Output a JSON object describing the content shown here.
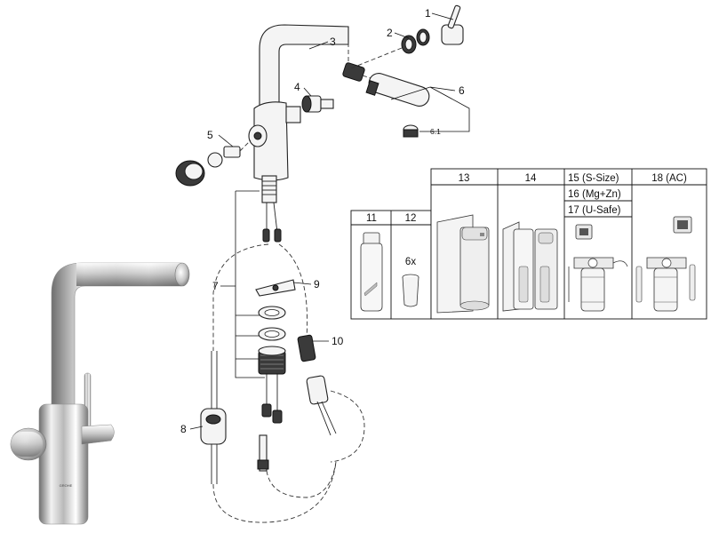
{
  "callouts": {
    "c1": "1",
    "c2": "2",
    "c3": "3",
    "c4": "4",
    "c5": "5",
    "c6": "6",
    "c6_1": "6.1",
    "c7": "7",
    "c8": "8",
    "c9": "9",
    "c10": "10"
  },
  "accessory_table": {
    "columns": [
      {
        "id": "11",
        "label": "11"
      },
      {
        "id": "12",
        "label": "12",
        "note": "6x"
      },
      {
        "id": "13",
        "label": "13"
      },
      {
        "id": "14",
        "label": "14"
      },
      {
        "id": "15",
        "label": "15 (S-Size)",
        "sub": [
          "16 (Mg+Zn)",
          "17 (U-Safe)"
        ]
      },
      {
        "id": "18",
        "label": "18 (AC)"
      }
    ]
  },
  "brand": {
    "logo_text": "GROHE"
  }
}
